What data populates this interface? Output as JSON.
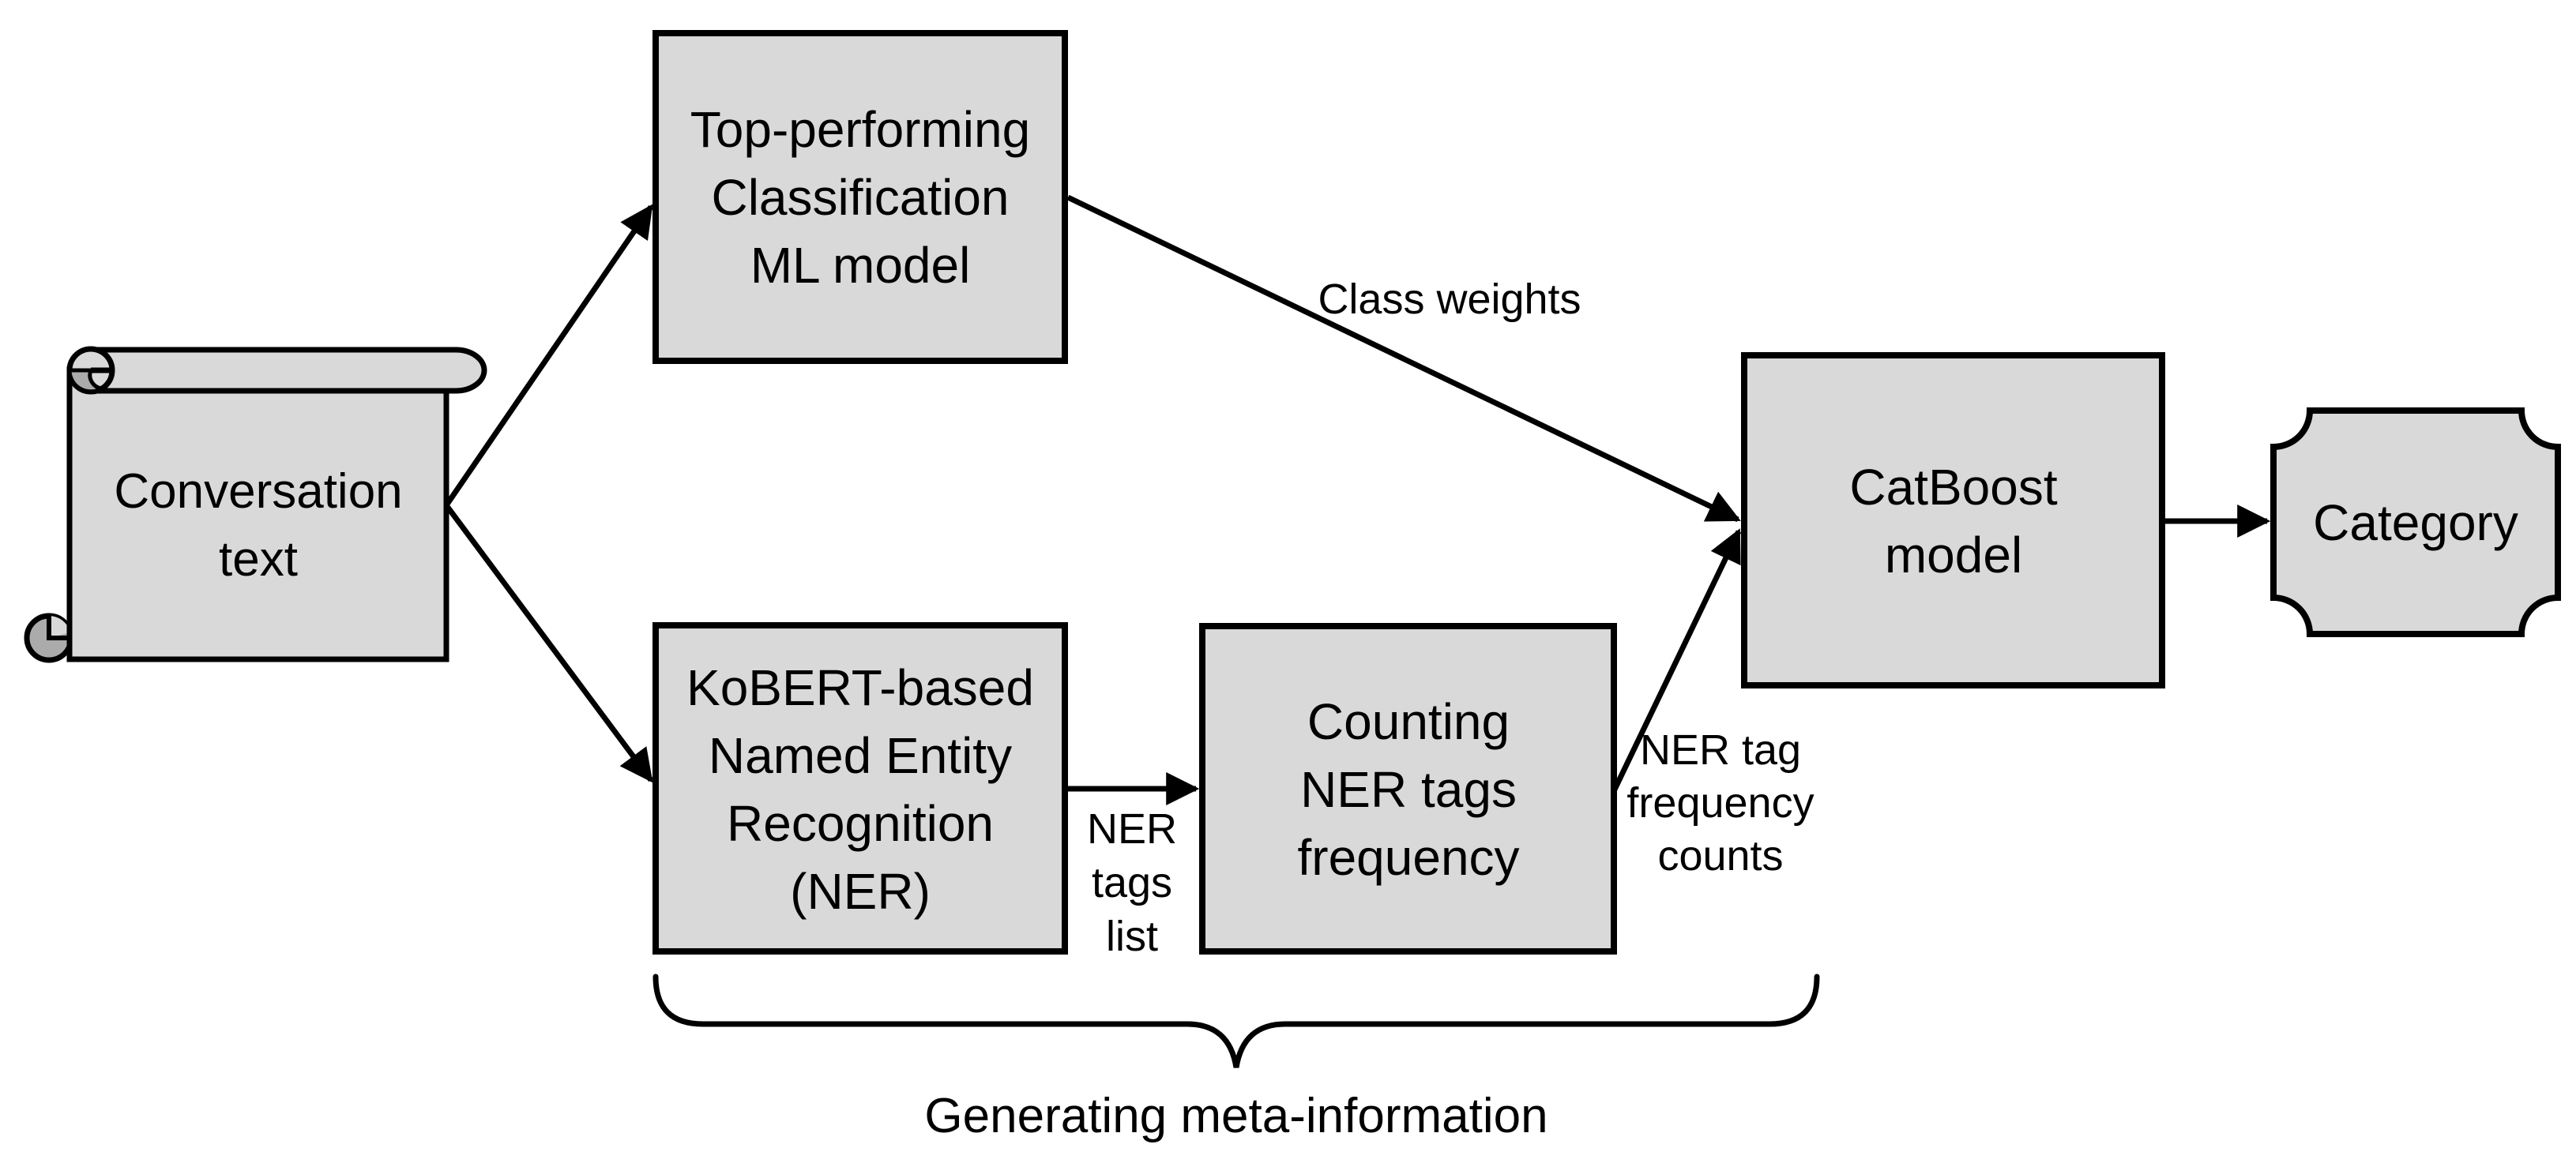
{
  "diagram": {
    "title": "",
    "colors": {
      "background": "#ffffff",
      "shape_fill": "#d9d9d9",
      "curl_fill_dark": "#ababab",
      "stroke": "#000000",
      "text": "#000000"
    },
    "nodes": {
      "conversation": {
        "shape": "horizontal-scroll",
        "lines": [
          "Conversation",
          "text"
        ],
        "full_text": "Conversation text"
      },
      "top_model": {
        "shape": "rectangle",
        "lines": [
          "Top-performing",
          "Classification",
          "ML model"
        ],
        "full_text": "Top-performing Classification ML model"
      },
      "ner": {
        "shape": "rectangle",
        "lines": [
          "KoBERT-based",
          "Named Entity",
          "Recognition",
          "(NER)"
        ],
        "full_text": "KoBERT-based Named Entity Recognition (NER)"
      },
      "counting": {
        "shape": "rectangle",
        "lines": [
          "Counting",
          "NER tags",
          "frequency"
        ],
        "full_text": "Counting NER tags frequency"
      },
      "catboost": {
        "shape": "rectangle",
        "lines": [
          "CatBoost",
          "model"
        ],
        "full_text": "CatBoost model"
      },
      "category": {
        "shape": "plaque",
        "lines": [
          "Category"
        ],
        "full_text": "Category"
      }
    },
    "edges": [
      {
        "from": "conversation",
        "to": "top_model",
        "label": ""
      },
      {
        "from": "conversation",
        "to": "ner",
        "label": ""
      },
      {
        "from": "ner",
        "to": "counting",
        "label": "NER tags list"
      },
      {
        "from": "top_model",
        "to": "catboost",
        "label": "Class weights"
      },
      {
        "from": "counting",
        "to": "catboost",
        "label": "NER tag frequency counts"
      },
      {
        "from": "catboost",
        "to": "category",
        "label": ""
      }
    ],
    "edge_labels": {
      "class_weights": {
        "lines": [
          "Class weights"
        ]
      },
      "ner_tags_list": {
        "lines": [
          "NER",
          "tags",
          "list"
        ]
      },
      "ner_tag_freq": {
        "lines": [
          "NER tag",
          "frequency",
          "counts"
        ]
      }
    },
    "brace": {
      "label": "Generating meta-information",
      "spans": [
        "ner",
        "counting"
      ]
    }
  }
}
